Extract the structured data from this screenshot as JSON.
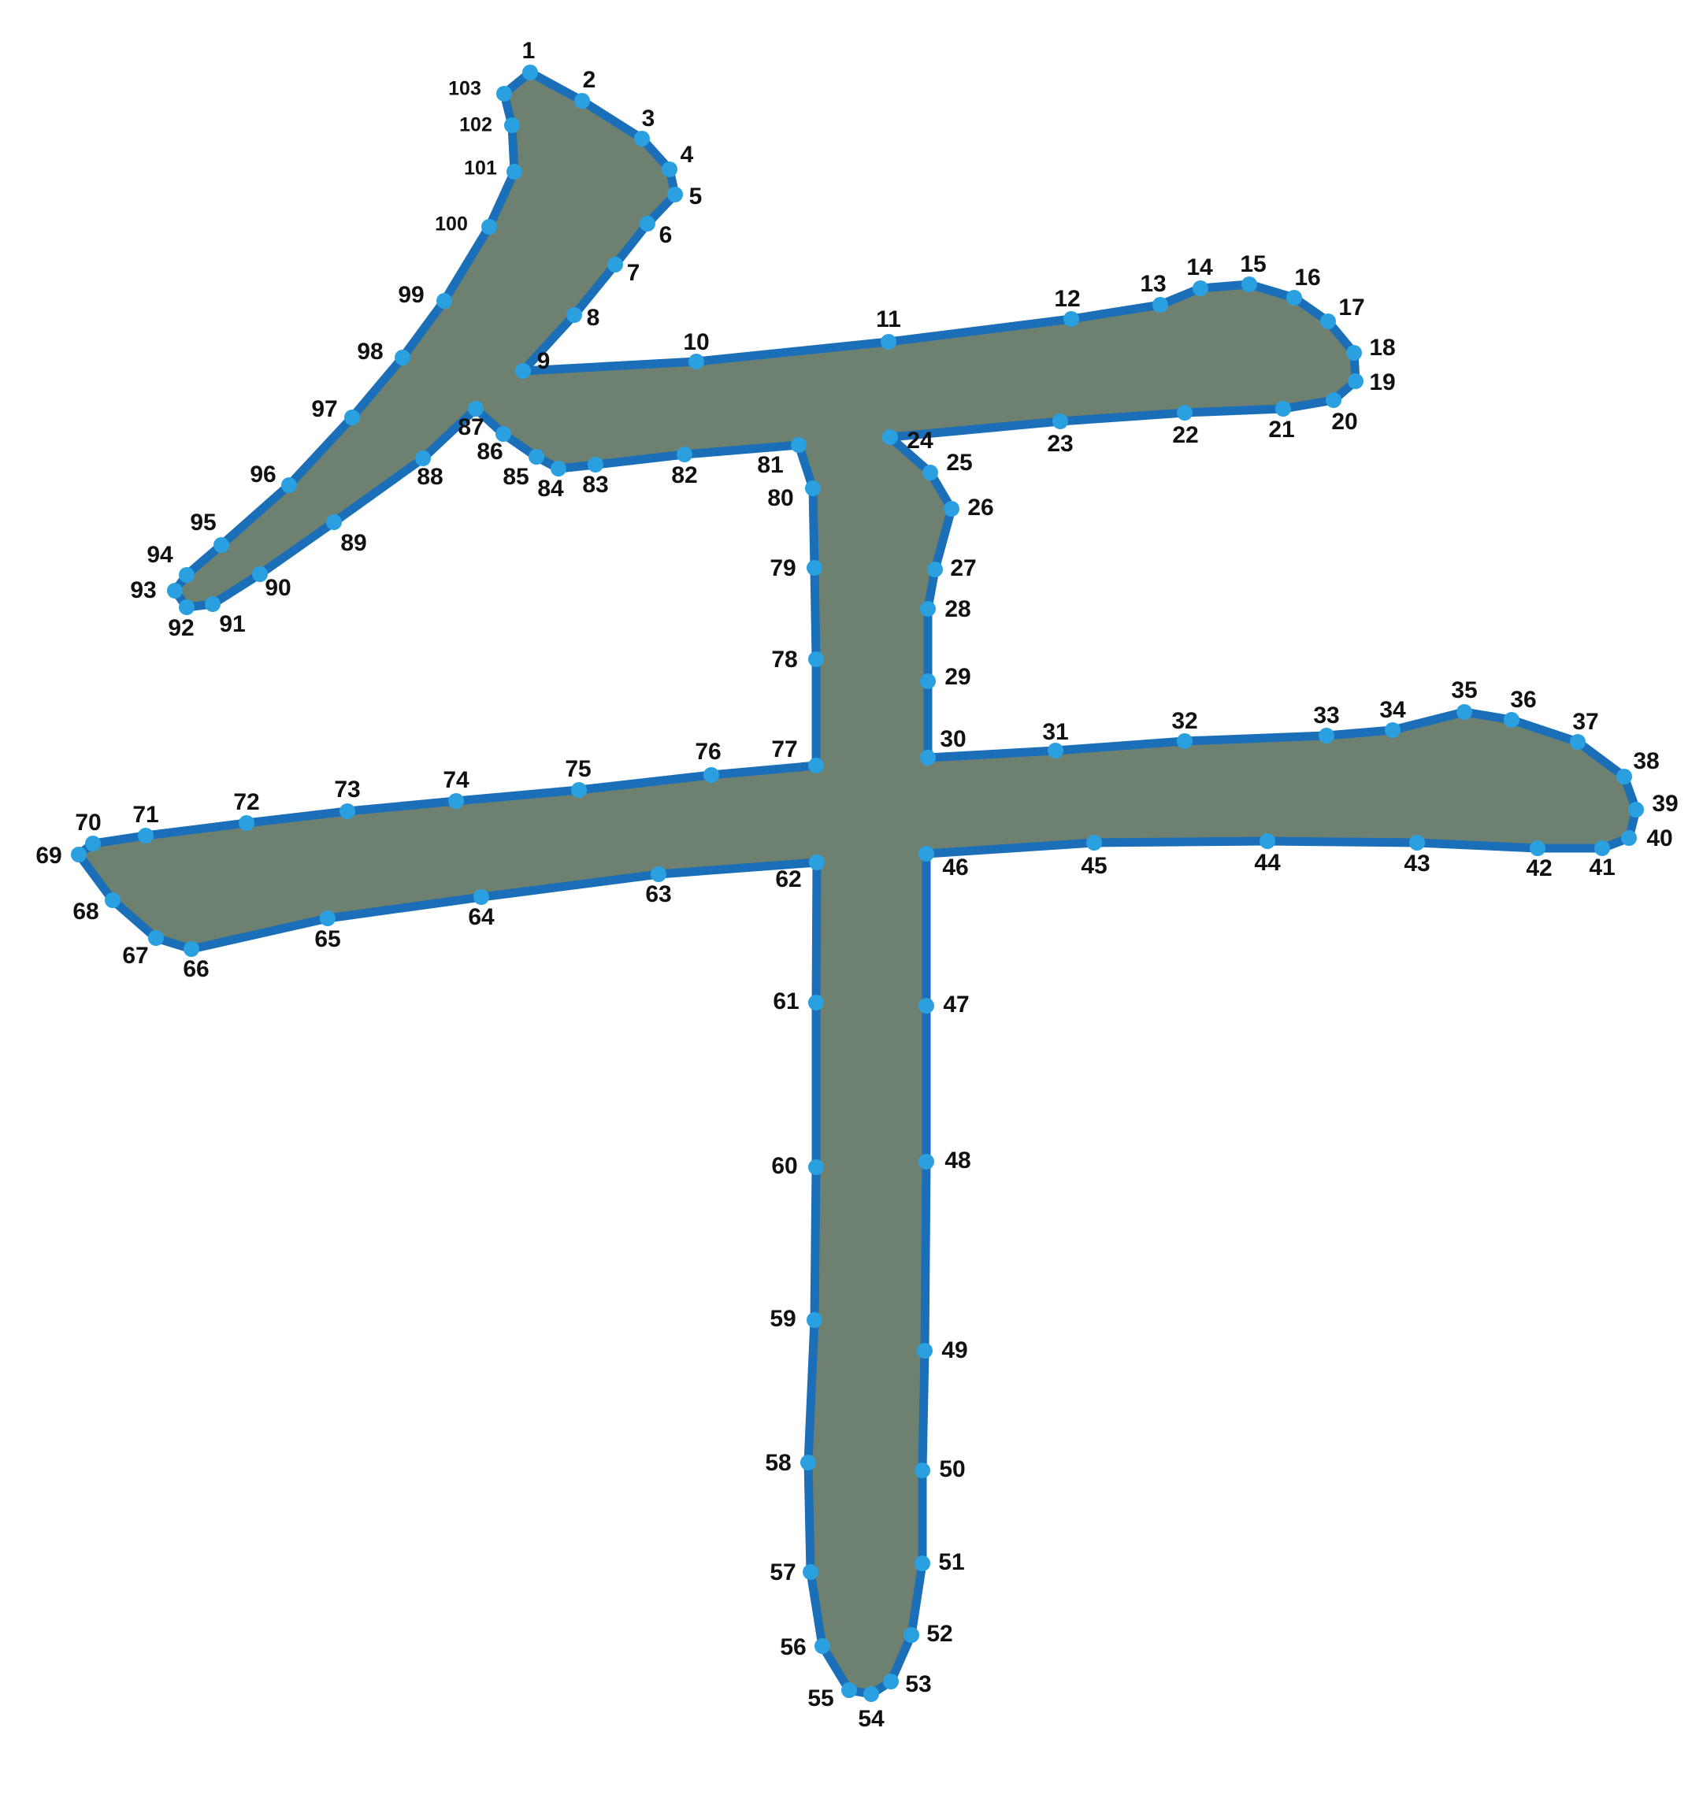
{
  "figure": {
    "shape_fill": "#6e8070",
    "outline_color": "#1a6fb8",
    "point_color": "#2aa0e0",
    "label_color": "#111111",
    "point_count": 103,
    "labels": [
      "1",
      "2",
      "3",
      "4",
      "5",
      "6",
      "7",
      "8",
      "9",
      "10",
      "11",
      "12",
      "13",
      "14",
      "15",
      "16",
      "17",
      "18",
      "19",
      "20",
      "21",
      "22",
      "23",
      "24",
      "25",
      "26",
      "27",
      "28",
      "29",
      "30",
      "31",
      "32",
      "33",
      "34",
      "35",
      "36",
      "37",
      "38",
      "39",
      "40",
      "41",
      "42",
      "43",
      "44",
      "45",
      "46",
      "47",
      "48",
      "49",
      "50",
      "51",
      "52",
      "53",
      "54",
      "55",
      "56",
      "57",
      "58",
      "59",
      "60",
      "61",
      "62",
      "63",
      "64",
      "65",
      "66",
      "67",
      "68",
      "69",
      "70",
      "71",
      "72",
      "73",
      "74",
      "75",
      "76",
      "77",
      "78",
      "79",
      "80",
      "81",
      "82",
      "83",
      "84",
      "85",
      "86",
      "87",
      "88",
      "89",
      "90",
      "91",
      "92",
      "93",
      "94",
      "95",
      "96",
      "97",
      "98",
      "99",
      "100",
      "101",
      "102",
      "103"
    ]
  }
}
